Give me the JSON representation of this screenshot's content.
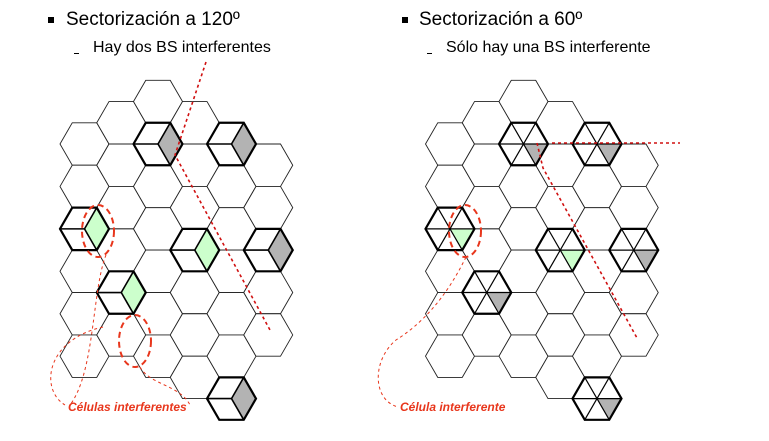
{
  "left": {
    "heading": "Sectorización a 120º",
    "subheading": "Hay dos BS interferentes",
    "callout": "Células interferentes"
  },
  "right": {
    "heading": "Sectorización a 60º",
    "subheading": "Sólo hay una BS interferente",
    "callout": "Célula interferente"
  },
  "colors": {
    "gray_sector": "#b3b3b3",
    "green_sector": "#ccffcc",
    "red": "#e8361c",
    "dotted_red": "#d01010"
  }
}
